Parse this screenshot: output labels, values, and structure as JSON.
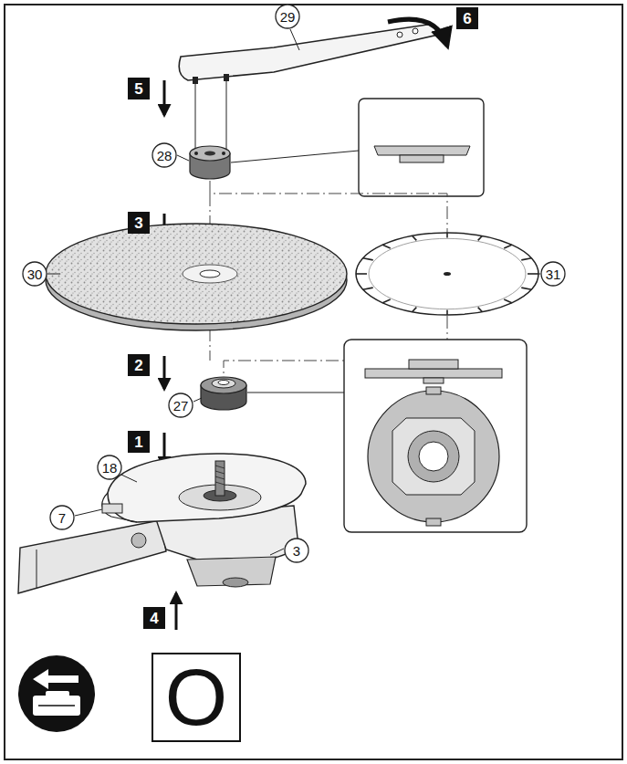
{
  "diagram": {
    "nodes": [
      {
        "text": [
          "29"
        ]
      },
      {
        "text": [
          "6"
        ]
      },
      {
        "text": [
          "5"
        ]
      },
      {
        "text": [
          "28"
        ]
      },
      {
        "text": [
          "3"
        ]
      },
      {
        "text": [
          "30"
        ]
      },
      {
        "text": [
          "31"
        ]
      },
      {
        "text": [
          "2"
        ]
      },
      {
        "text": [
          "27"
        ]
      },
      {
        "text": [
          "1"
        ]
      },
      {
        "text": [
          "18"
        ]
      },
      {
        "text": [
          "7"
        ]
      },
      {
        "text": [
          "3"
        ]
      },
      {
        "text": [
          "4"
        ]
      },
      {
        "text": [
          "O"
        ]
      }
    ]
  }
}
